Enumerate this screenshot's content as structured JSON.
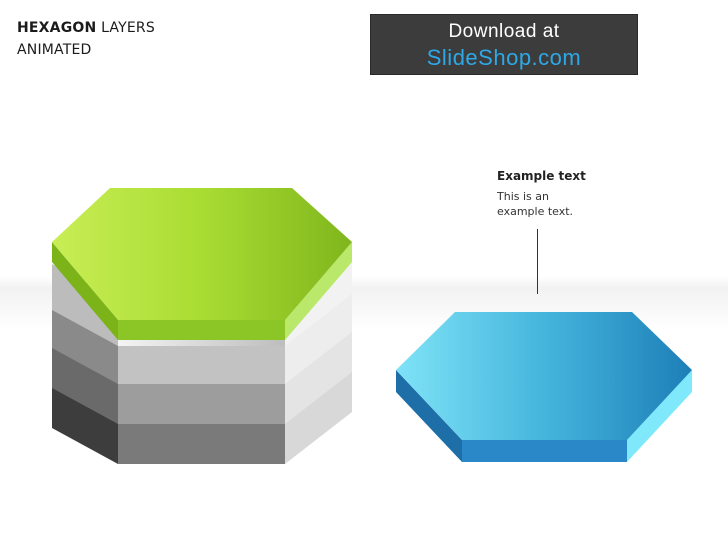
{
  "title": {
    "bold": "HEXAGON",
    "rest": "LAYERS",
    "line2": "ANIMATED"
  },
  "banner": {
    "line1": "Download at",
    "line2": "SlideShop.com"
  },
  "callout": {
    "heading": "Example text",
    "body": "This is an example text."
  },
  "colors": {
    "green": "#9fd12a",
    "blue": "#3fb6e0",
    "banner_bg": "#3c3c3c",
    "banner_link": "#2ea8e6"
  }
}
